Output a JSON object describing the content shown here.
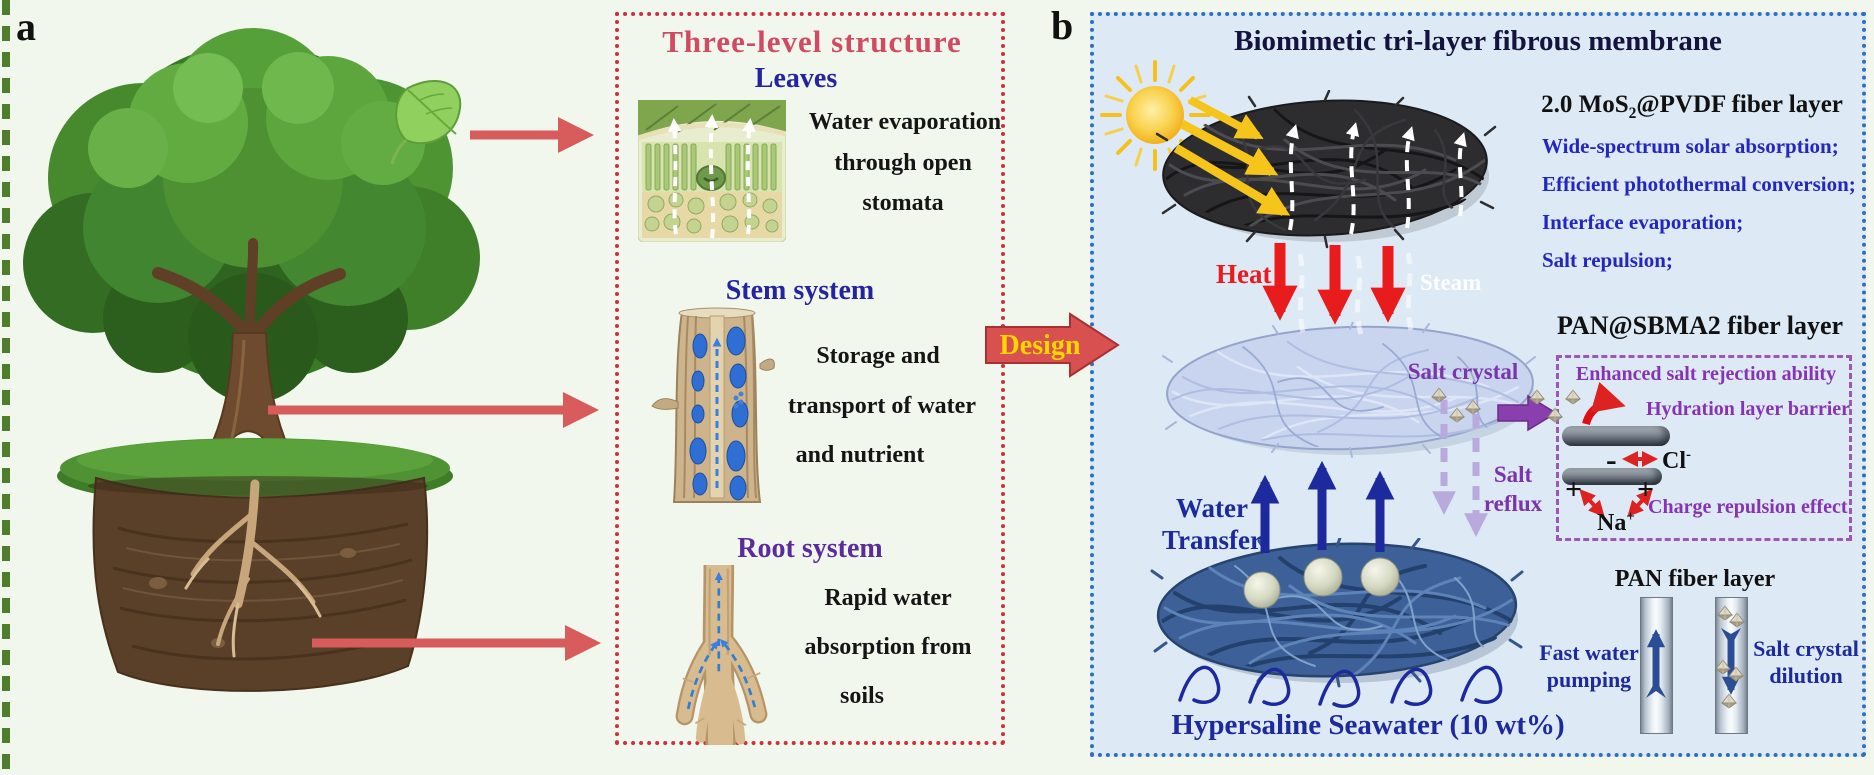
{
  "labels": {
    "panel_a": "a",
    "panel_b": "b"
  },
  "three_level": {
    "title": "Three-level  structure",
    "items": [
      {
        "heading": "Leaves",
        "lines": [
          "Water evaporation",
          "through open",
          "stomata"
        ]
      },
      {
        "heading": "Stem system",
        "lines": [
          "Storage and",
          "transport of water",
          "and nutrient"
        ]
      },
      {
        "heading": "Root system",
        "lines": [
          "Rapid water",
          "absorption from",
          "soils"
        ]
      }
    ]
  },
  "design_label": "Design",
  "membrane": {
    "title": "Biomimetic tri-layer fibrous membrane",
    "mos2": {
      "heading_parts": [
        "2.0 MoS",
        "2",
        "@PVDF fiber layer"
      ],
      "features": [
        "Wide-spectrum solar absorption;",
        "Efficient photothermal conversion;",
        "Interface evaporation;",
        "Salt repulsion;"
      ]
    },
    "heat": "Heat",
    "steam": "Steam",
    "sbma": {
      "heading": "PAN@SBMA2 fiber layer",
      "salt_crystal": "Salt crystal",
      "salt_reflux": [
        "Salt",
        "reflux"
      ],
      "water_transfer": [
        "Water",
        "Transfer"
      ],
      "inset": {
        "title": "Enhanced salt rejection ability",
        "subtitle": "Hydration layer barrier",
        "minus": "-",
        "cl_base": "Cl",
        "cl_sup": "-",
        "plus": "+",
        "na_base": "Na",
        "na_sup": "+",
        "charge": "Charge repulsion effect"
      }
    },
    "pan": {
      "heading": "PAN fiber layer",
      "fast_water": [
        "Fast water",
        "pumping"
      ],
      "dilution": [
        "Salt crystal",
        "dilution"
      ]
    },
    "seawater": "Hypersaline Seawater (10 wt%)"
  },
  "colors": {
    "page_bg": "#f1f7ed",
    "panel_b_bg": "#dde9f4",
    "red_border": "#cf2e3e",
    "blue_border": "#2e6fbe",
    "green_border": "#4e7d2c",
    "title_red": "#d04a62",
    "navy_heading": "#2424a0",
    "purple": "#7a35ad",
    "heat_red": "#e81c1c",
    "feature_blue": "#2426c2",
    "label_navy": "#1c2a9e",
    "design_fill": "#d8504f",
    "design_text": "#ffd700"
  }
}
